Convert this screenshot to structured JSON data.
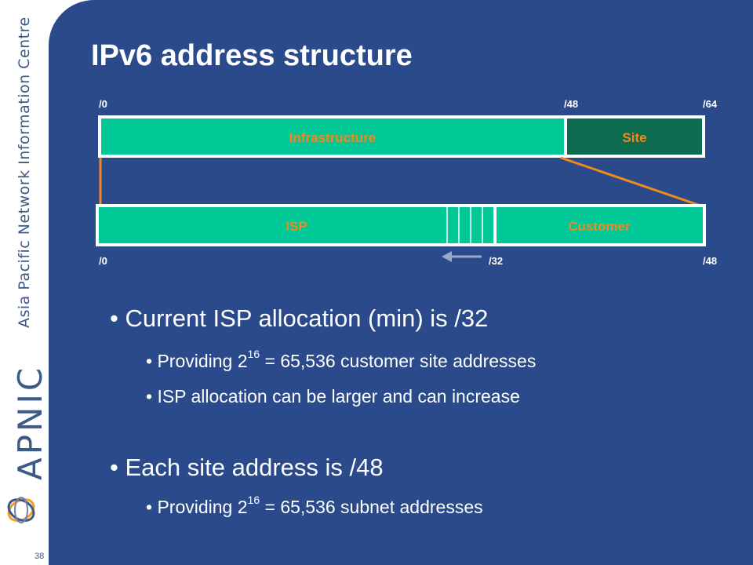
{
  "slide": {
    "title": "IPv6 address structure",
    "page_number": "38"
  },
  "branding": {
    "tagline": "Asia Pacific Network Information Centre",
    "logo_text": "APNIC"
  },
  "diagram": {
    "top_bar": {
      "tick_labels": [
        "/0",
        "/48",
        "/64"
      ],
      "segments": [
        "Infrastructure",
        "Site"
      ]
    },
    "bottom_bar": {
      "tick_labels": [
        "/0",
        "/32",
        "/48"
      ],
      "segments": [
        "ISP",
        "Customer"
      ]
    },
    "colors": {
      "segment_fill": "#00c896",
      "site_fill": "#0d6b4f",
      "label_color": "#f08a1c",
      "connector": "#f08a1c",
      "arrow": "#9aa8cc"
    }
  },
  "bullets": {
    "b1": "Current ISP allocation (min)  is /32",
    "b1_sub1": {
      "pre": "Providing 2",
      "sup": "16",
      "post": " = 65,536 customer site addresses"
    },
    "b1_sub2": "ISP allocation can be larger and can increase",
    "b2": "Each site address is /48",
    "b2_sub1": {
      "pre": "Providing 2",
      "sup": "16",
      "post": " = 65,536 subnet addresses"
    }
  }
}
